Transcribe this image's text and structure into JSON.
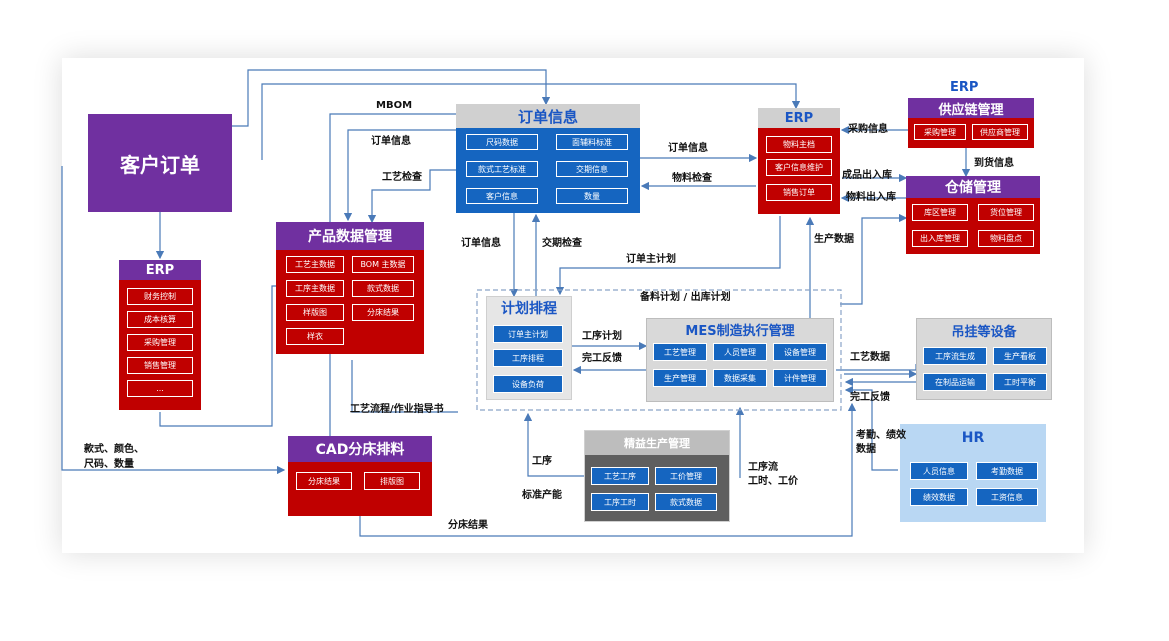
{
  "customer_order": "客户订单",
  "erp_left": {
    "title": "ERP",
    "items": [
      "财务控制",
      "成本核算",
      "采购管理",
      "销售管理",
      "..."
    ]
  },
  "order_info": {
    "title": "订单信息",
    "items": [
      "尺码数据",
      "面辅料标准",
      "款式工艺标准",
      "交期信息",
      "客户信息",
      "数量"
    ]
  },
  "erp_right": {
    "title": "ERP",
    "items": [
      "物料主档",
      "客户信息维护",
      "销售订单"
    ]
  },
  "supply_chain": {
    "caption": "ERP",
    "title": "供应链管理",
    "items": [
      "采购管理",
      "供应商管理"
    ]
  },
  "warehouse": {
    "title": "仓储管理",
    "items": [
      "库区管理",
      "货位管理",
      "出入库管理",
      "物料盘点"
    ]
  },
  "pdm": {
    "title": "产品数据管理",
    "items": [
      "工艺主数据",
      "BOM 主数据",
      "工序主数据",
      "款式数据",
      "样版图",
      "分床结果",
      "样衣"
    ]
  },
  "scheduling": {
    "title": "计划排程",
    "items": [
      "订单主计划",
      "工序排程",
      "设备负荷"
    ]
  },
  "mes": {
    "title": "MES制造执行管理",
    "items": [
      "工艺管理",
      "人员管理",
      "设备管理",
      "生产管理",
      "数据采集",
      "计件管理"
    ]
  },
  "hanging": {
    "title": "吊挂等设备",
    "items": [
      "工序流生成",
      "生产看板",
      "在制品运输",
      "工时平衡"
    ]
  },
  "hr": {
    "title": "HR",
    "items": [
      "人员信息",
      "考勤数据",
      "绩效数据",
      "工资信息"
    ]
  },
  "cad": {
    "title": "CAD分床排料",
    "items": [
      "分床结果",
      "排版图"
    ]
  },
  "lean": {
    "title": "精益生产管理",
    "items": [
      "工艺工序",
      "工价管理",
      "工序工时",
      "款式数据"
    ]
  },
  "labels": {
    "mbom": "MBOM",
    "order_info_1": "订单信息",
    "process_check": "工艺检查",
    "order_info_2": "订单信息",
    "material_check": "物料检查",
    "purchase_info": "采购信息",
    "arrival_info": "到货信息",
    "finished_io": "成品出入库",
    "material_io": "物料出入库",
    "production_data": "生产数据",
    "order_master_plan": "订单主计划",
    "material_plan": "备料计划 / 出库计划",
    "order_info_3": "订单信息",
    "delivery_check": "交期检查",
    "process_plan": "工序计划",
    "completion_feedback": "完工反馈",
    "process_data": "工艺数据",
    "completion_feedback_2": "完工反馈",
    "attendance_1": "考勤、绩效",
    "attendance_2": "数据",
    "process_flow_doc": "工艺流程/作业指导书",
    "style_1": "款式、颜色、",
    "style_2": "尺码、数量",
    "process": "工序",
    "standard_capacity": "标准产能",
    "flow_1": "工序流",
    "flow_2": "工时、工价",
    "cut_result": "分床结果"
  },
  "colors": {
    "purple": "#7030a0",
    "red": "#c00000",
    "blue": "#1565c0",
    "gray_header": "#d0d0d0",
    "hr_bg": "#b9d7f3",
    "arrow": "#4a7ab8"
  }
}
